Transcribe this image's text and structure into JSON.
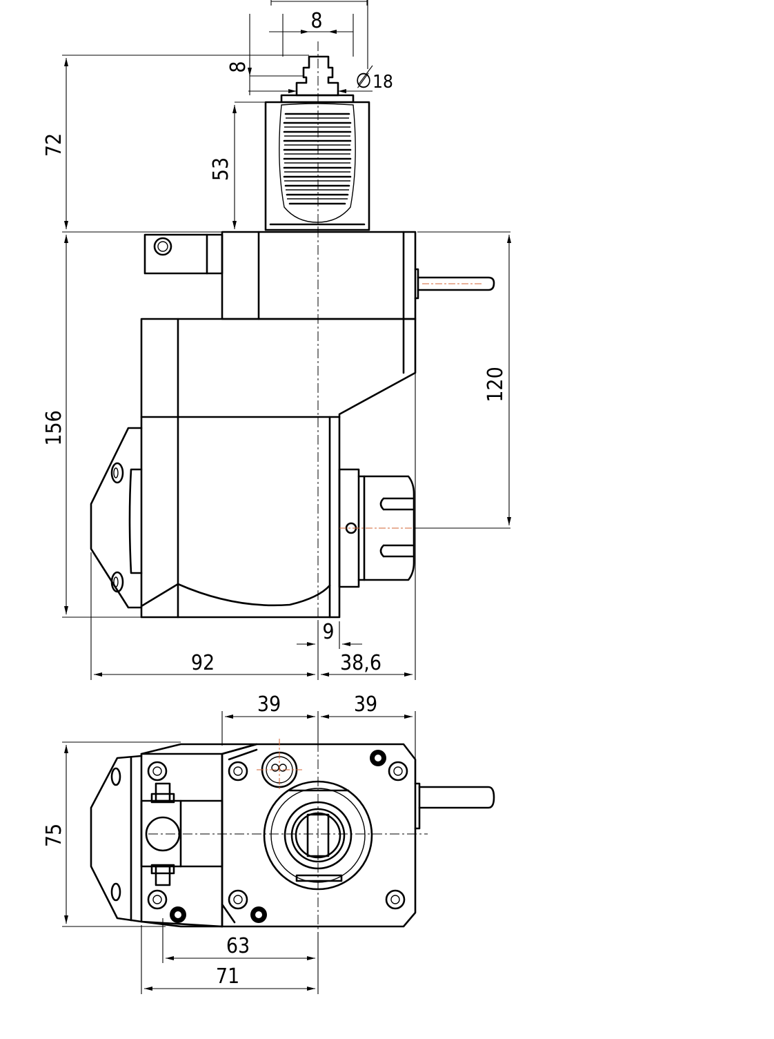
{
  "dimensions": {
    "top_total_height": "72",
    "shank_height": "53",
    "key_height": "8",
    "key_width": "8",
    "shank_diameter_symbol": "∅",
    "shank_diameter": "18",
    "body_height": "156",
    "spindle_height": "120",
    "offset_small": "9",
    "left_reach": "92",
    "right_reach": "38,6",
    "flange_left": "39",
    "flange_right": "39",
    "base_depth": "75",
    "bolt_spacing_inner": "63",
    "bolt_spacing_outer": "71"
  }
}
